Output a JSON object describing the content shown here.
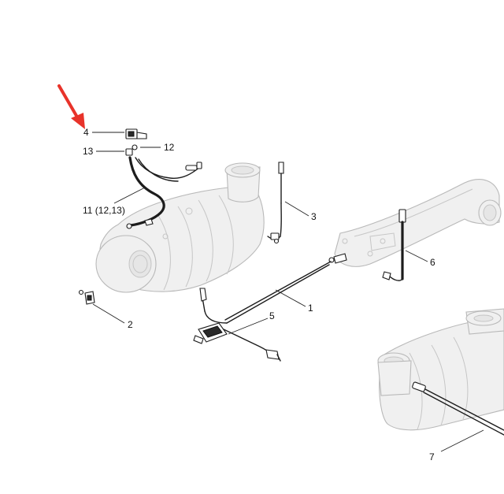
{
  "callouts": {
    "c1": "1",
    "c2": "2",
    "c3": "3",
    "c4": "4",
    "c5": "5",
    "c6": "6",
    "c7": "7",
    "c11": "11 (12,13)",
    "c12": "12",
    "c13": "13"
  },
  "highlight": {
    "target": "4",
    "arrow_color": "#e8332a"
  },
  "colors": {
    "ghost_fill": "#f0f0f0",
    "ghost_stroke": "#b9b9b9",
    "part_stroke": "#1c1c1c"
  }
}
